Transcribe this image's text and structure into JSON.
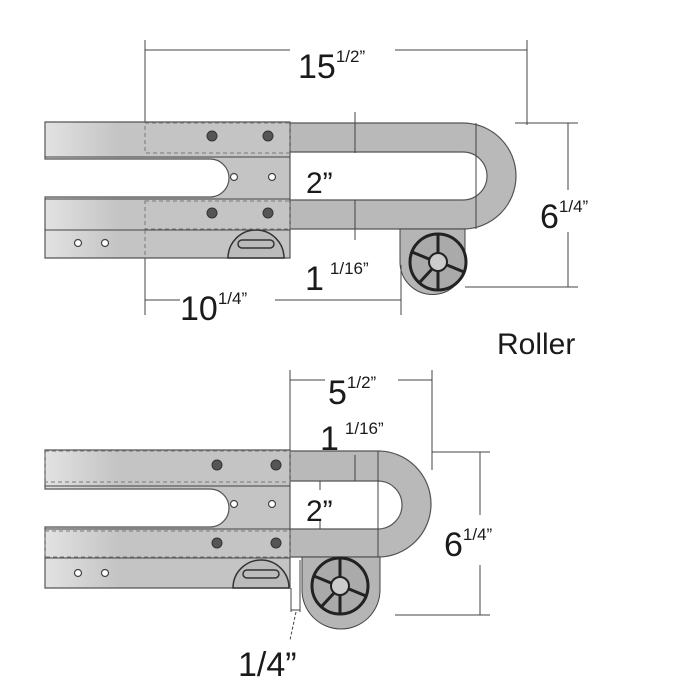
{
  "top_diagram": {
    "overall_length": {
      "whole": "15",
      "fraction": "1/2”"
    },
    "inner_gap": "2”",
    "roller_offset": {
      "whole": "1",
      "fraction": "1/16”"
    },
    "extension_length": {
      "whole": "10",
      "fraction": "1/4”"
    },
    "overall_height": {
      "whole": "6",
      "fraction": "1/4”"
    }
  },
  "section_label": "Roller",
  "bottom_diagram": {
    "overall_length": {
      "whole": "5",
      "fraction": "1/2”"
    },
    "roller_offset": {
      "whole": "1",
      "fraction": "1/16”"
    },
    "inner_gap": "2”",
    "overall_height": {
      "whole": "6",
      "fraction": "1/4”"
    },
    "clearance": "1/4”"
  }
}
